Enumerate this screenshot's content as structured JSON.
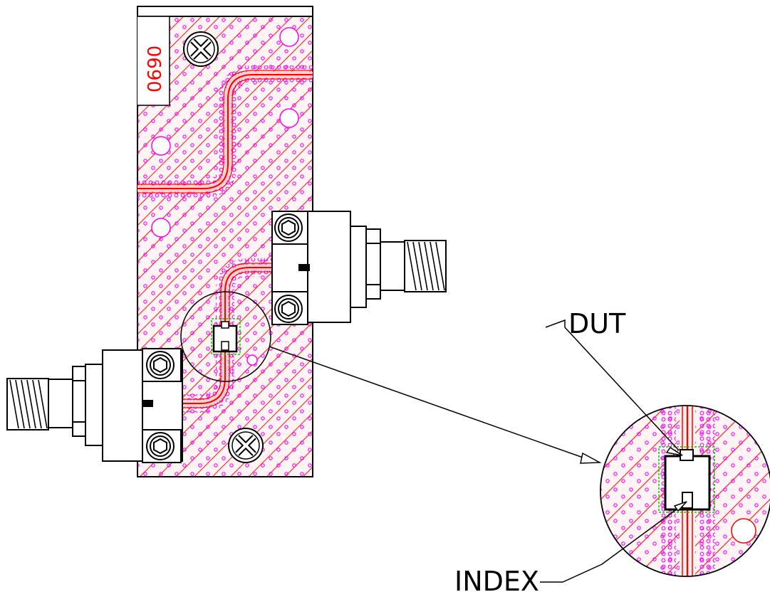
{
  "board": {
    "part_number": "0690"
  },
  "callouts": {
    "dut_label": "DUT",
    "index_label": "INDEX"
  },
  "colors": {
    "board_fill": "#ffc8c8",
    "hatch": "#ff0000",
    "trace": "#ff0000",
    "via": "#ff00ff",
    "pad_outline": "#00cc00",
    "outline": "#000000"
  }
}
